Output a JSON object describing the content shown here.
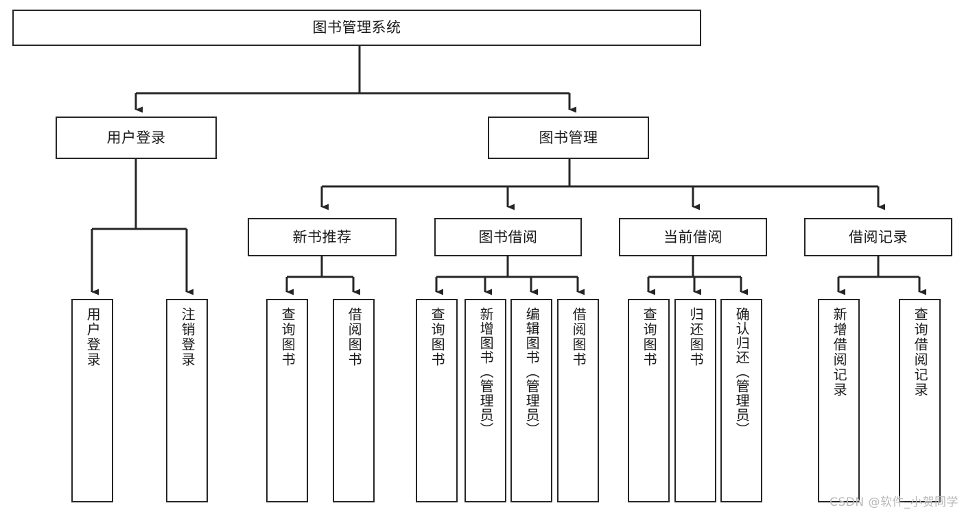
{
  "diagram": {
    "title": "图书管理系统",
    "type": "tree",
    "orientation": "top-down",
    "edge_style": "orthogonal-arrow",
    "colors": {
      "node_border": "#262626",
      "node_fill": "#ffffff",
      "edge": "#262626",
      "text": "#1a1a1a",
      "watermark": "#b8b8b8",
      "background": "#ffffff"
    },
    "nodes": {
      "root": {
        "label": "图书管理系统"
      },
      "level2": [
        {
          "id": "user-login",
          "label": "用户登录"
        },
        {
          "id": "book-manage",
          "label": "图书管理"
        }
      ],
      "level3": [
        {
          "id": "new-book-recommend",
          "label": "新书推荐"
        },
        {
          "id": "book-borrow",
          "label": "图书借阅"
        },
        {
          "id": "current-borrow",
          "label": "当前借阅"
        },
        {
          "id": "borrow-record",
          "label": "借阅记录"
        }
      ],
      "leaves": {
        "user-login": [
          {
            "id": "leaf-user-login",
            "label": "用户登录"
          },
          {
            "id": "leaf-logout",
            "label": "注销登录"
          }
        ],
        "new-book-recommend": [
          {
            "id": "leaf-query-book-1",
            "label": "查询图书"
          },
          {
            "id": "leaf-borrow-book-1",
            "label": "借阅图书"
          }
        ],
        "book-borrow": [
          {
            "id": "leaf-query-book-2",
            "label": "查询图书"
          },
          {
            "id": "leaf-add-book",
            "label": "新增图书（管理员）"
          },
          {
            "id": "leaf-edit-book",
            "label": "编辑图书（管理员）"
          },
          {
            "id": "leaf-borrow-book-2",
            "label": "借阅图书"
          }
        ],
        "current-borrow": [
          {
            "id": "leaf-query-book-3",
            "label": "查询图书"
          },
          {
            "id": "leaf-return-book",
            "label": "归还图书"
          },
          {
            "id": "leaf-confirm-return",
            "label": "确认归还（管理员）"
          }
        ],
        "borrow-record": [
          {
            "id": "leaf-add-record",
            "label": "新增借阅记录"
          },
          {
            "id": "leaf-query-record",
            "label": "查询借阅记录"
          }
        ]
      }
    }
  },
  "watermark": {
    "text": "CSDN @软件_小贺同学"
  }
}
